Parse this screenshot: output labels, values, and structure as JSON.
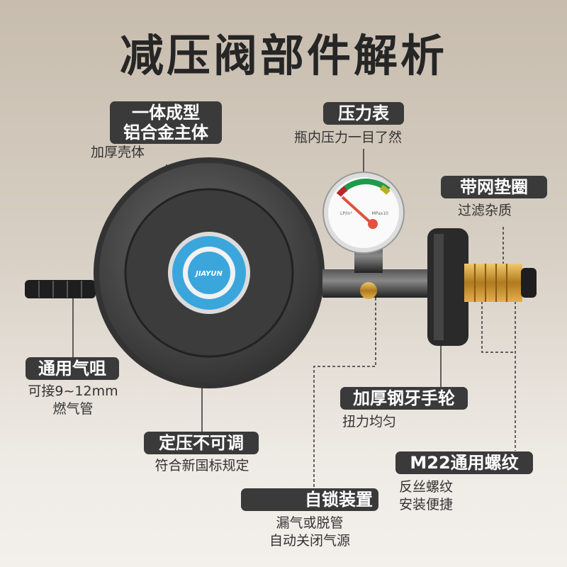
{
  "title": "减压阀部件解析",
  "callouts": {
    "body": {
      "label_line1": "一体成型",
      "label_line2": "铝合金主体",
      "desc": "加厚壳体"
    },
    "gauge": {
      "label": "压力表",
      "desc": "瓶内压力一目了然"
    },
    "gasket": {
      "label": "带网垫圈",
      "desc": "过滤杂质"
    },
    "nozzle": {
      "label": "通用气咀",
      "desc_line1": "可接9~12mm",
      "desc_line2": "燃气管"
    },
    "fixed": {
      "label": "定压不可调",
      "desc": "符合新国标规定"
    },
    "handwheel": {
      "label": "加厚钢牙手轮",
      "desc": "扭力均匀"
    },
    "thread": {
      "label": "M22通用螺纹",
      "desc_line1": "反丝螺纹",
      "desc_line2": "安装便捷"
    },
    "selflock": {
      "label": "自锁装置",
      "desc_line1": "漏气或脱管",
      "desc_line2": "自动关闭气源"
    }
  },
  "product": {
    "brand_logo": "JIAYUN",
    "gauge_left_unit": "LP/in²",
    "gauge_right_unit": "MPax10"
  },
  "colors": {
    "tag_bg": "#3a3a3a",
    "label_blue": "#3aa6dc",
    "brass": "#c9932e",
    "needle": "#e0533f"
  }
}
